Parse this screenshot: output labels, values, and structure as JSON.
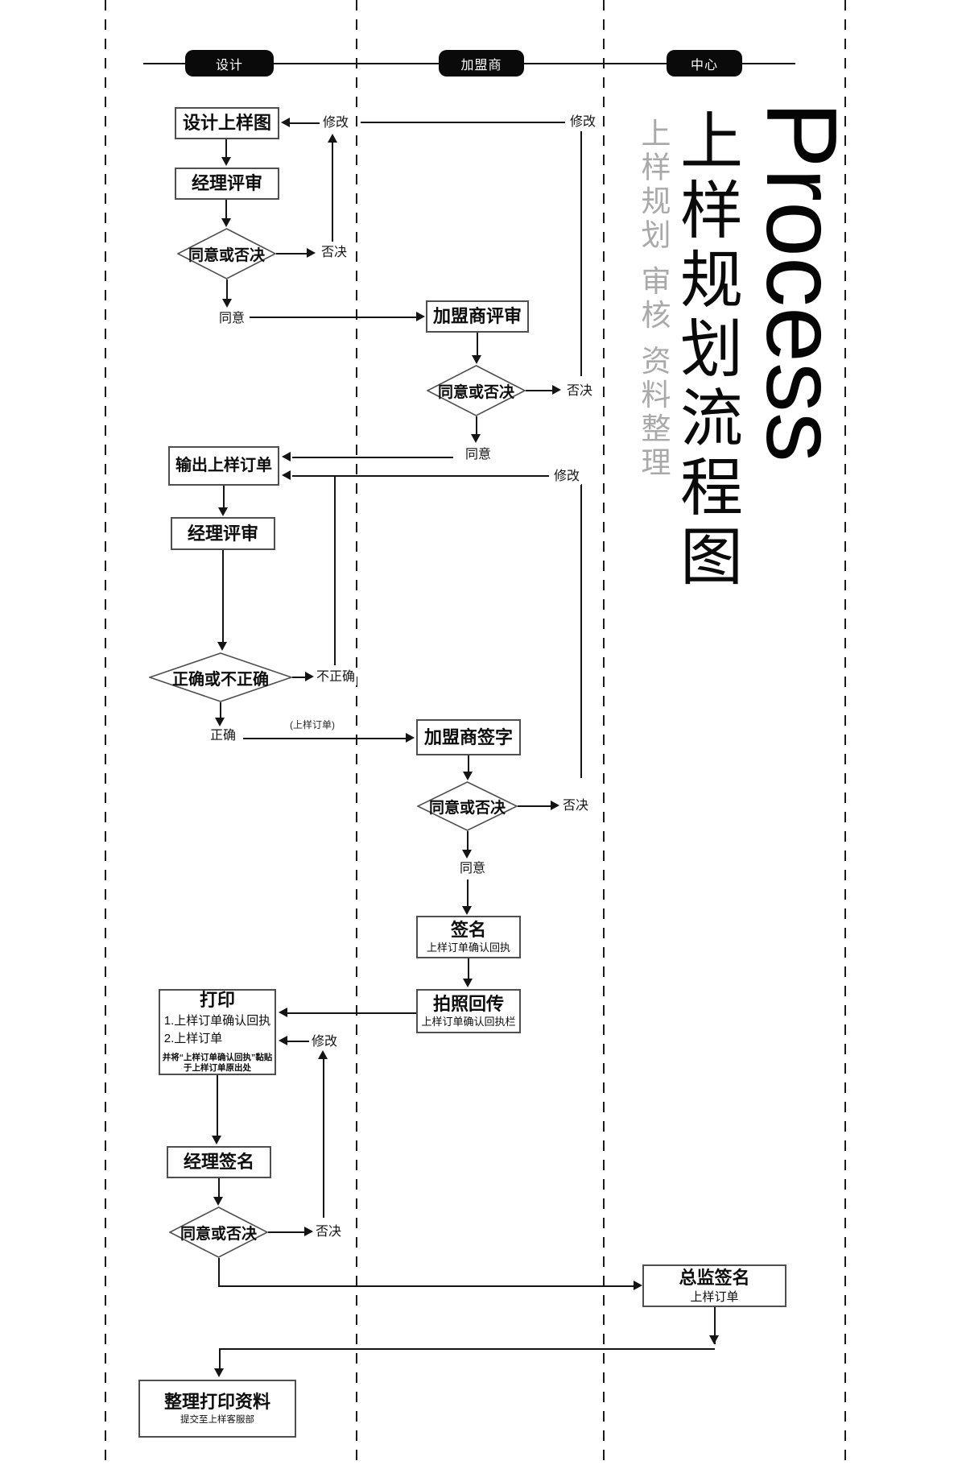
{
  "title": {
    "en": "Process",
    "zh": "上样规划流程图",
    "tagline": "上样规划 审核 资料整理"
  },
  "lanes": {
    "headers": [
      {
        "label": "设计"
      },
      {
        "label": "加盟商"
      },
      {
        "label": "中心"
      }
    ]
  },
  "nodes": {
    "design_sample": {
      "label": "设计上样图"
    },
    "manager_review_1": {
      "label": "经理评审"
    },
    "decision_1": {
      "label": "同意或否决"
    },
    "franchisee_review": {
      "label": "加盟商评审"
    },
    "decision_2": {
      "label": "同意或否决"
    },
    "output_order": {
      "label": "输出上样订单"
    },
    "manager_review_2": {
      "label": "经理评审"
    },
    "decision_3": {
      "label": "正确或不正确"
    },
    "franchisee_sign": {
      "label": "加盟商签字"
    },
    "decision_4": {
      "label": "同意或否决"
    },
    "sign": {
      "label": "签名",
      "sub": "上样订单确认回执"
    },
    "photo": {
      "label": "拍照回传",
      "sub": "上样订单确认回执栏"
    },
    "print": {
      "label": "打印",
      "item1": "1.上样订单确认回执",
      "item2": "2.上样订单",
      "note1": "并将“上样订单确认回执”黏贴",
      "note2": "于上样订单原出处"
    },
    "manager_sign": {
      "label": "经理签名"
    },
    "decision_5": {
      "label": "同意或否决"
    },
    "director_sign": {
      "label": "总监签名",
      "sub": "上样订单"
    },
    "organize": {
      "label": "整理打印资料",
      "sub": "提交至上样客服部"
    }
  },
  "edge_labels": {
    "approve": "同意",
    "reject": "否决",
    "modify": "修改",
    "correct": "正确",
    "incorrect": "不正确",
    "order_note": "(上样订单)"
  },
  "colors": {
    "ink": "#111111",
    "box_border": "#4f4f4f",
    "pill_bg": "#0a0a0a",
    "pill_text": "#ffffff",
    "tagline_gray": "#a9a9a9",
    "background": "#ffffff"
  }
}
